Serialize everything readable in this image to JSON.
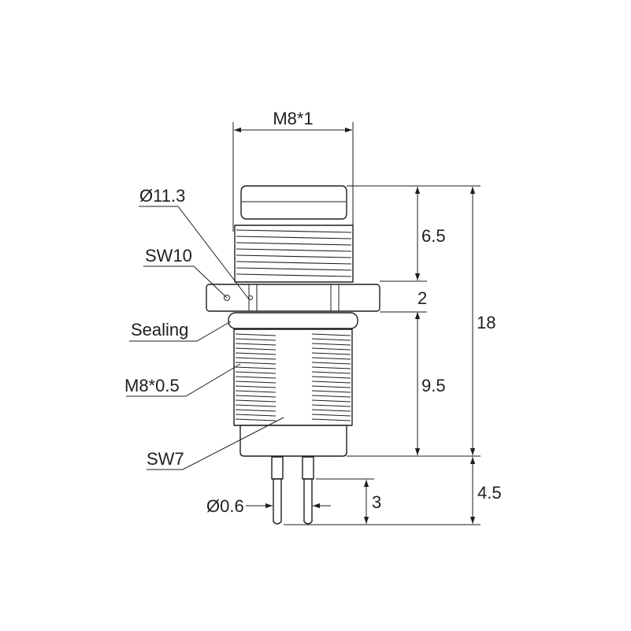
{
  "labels": {
    "m8x1": "M8*1",
    "dia113": "Ø11.3",
    "sw10": "SW10",
    "sealing": "Sealing",
    "m8x05": "M8*0.5",
    "sw7": "SW7",
    "dia06": "Ø0.6"
  },
  "dimensions": {
    "d65": "6.5",
    "d2": "2",
    "d95": "9.5",
    "d18": "18",
    "d45": "4.5",
    "d3": "3"
  },
  "colors": {
    "line": "#1e1e1e",
    "background": "#ffffff"
  }
}
